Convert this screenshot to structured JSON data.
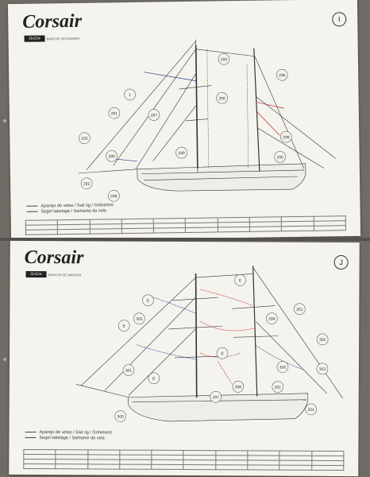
{
  "sheets": [
    {
      "title": "Corsair",
      "brand": "OcCre",
      "brand_tagline": "BARCOS DE MADERA",
      "sheet_letter": "I",
      "callouts": [
        "294",
        "1",
        "290",
        "296",
        "291",
        "287",
        "292",
        "280",
        "289",
        "298",
        "295",
        "292",
        "288"
      ],
      "legend": [
        "Aparejo de velas / Sail rig / Gréement",
        "Segel takelage / Sartiame da vela"
      ]
    },
    {
      "title": "Corsair",
      "brand": "OcCre",
      "brand_tagline": "BARCOS DE MADERA",
      "sheet_letter": "J",
      "callouts": [
        "E",
        "E",
        "302",
        "299",
        "261",
        "E",
        "305",
        "E",
        "301",
        "E",
        "306",
        "303",
        "298",
        "261",
        "297",
        "300",
        "304"
      ],
      "legend": [
        "Aparejo de velas / Sail rig / Gréement",
        "Segel takelage / Sartiame da vela"
      ]
    }
  ],
  "colors": {
    "rig_red": "#c0262c",
    "rig_blue": "#2b3b8c",
    "ink": "#333333"
  }
}
